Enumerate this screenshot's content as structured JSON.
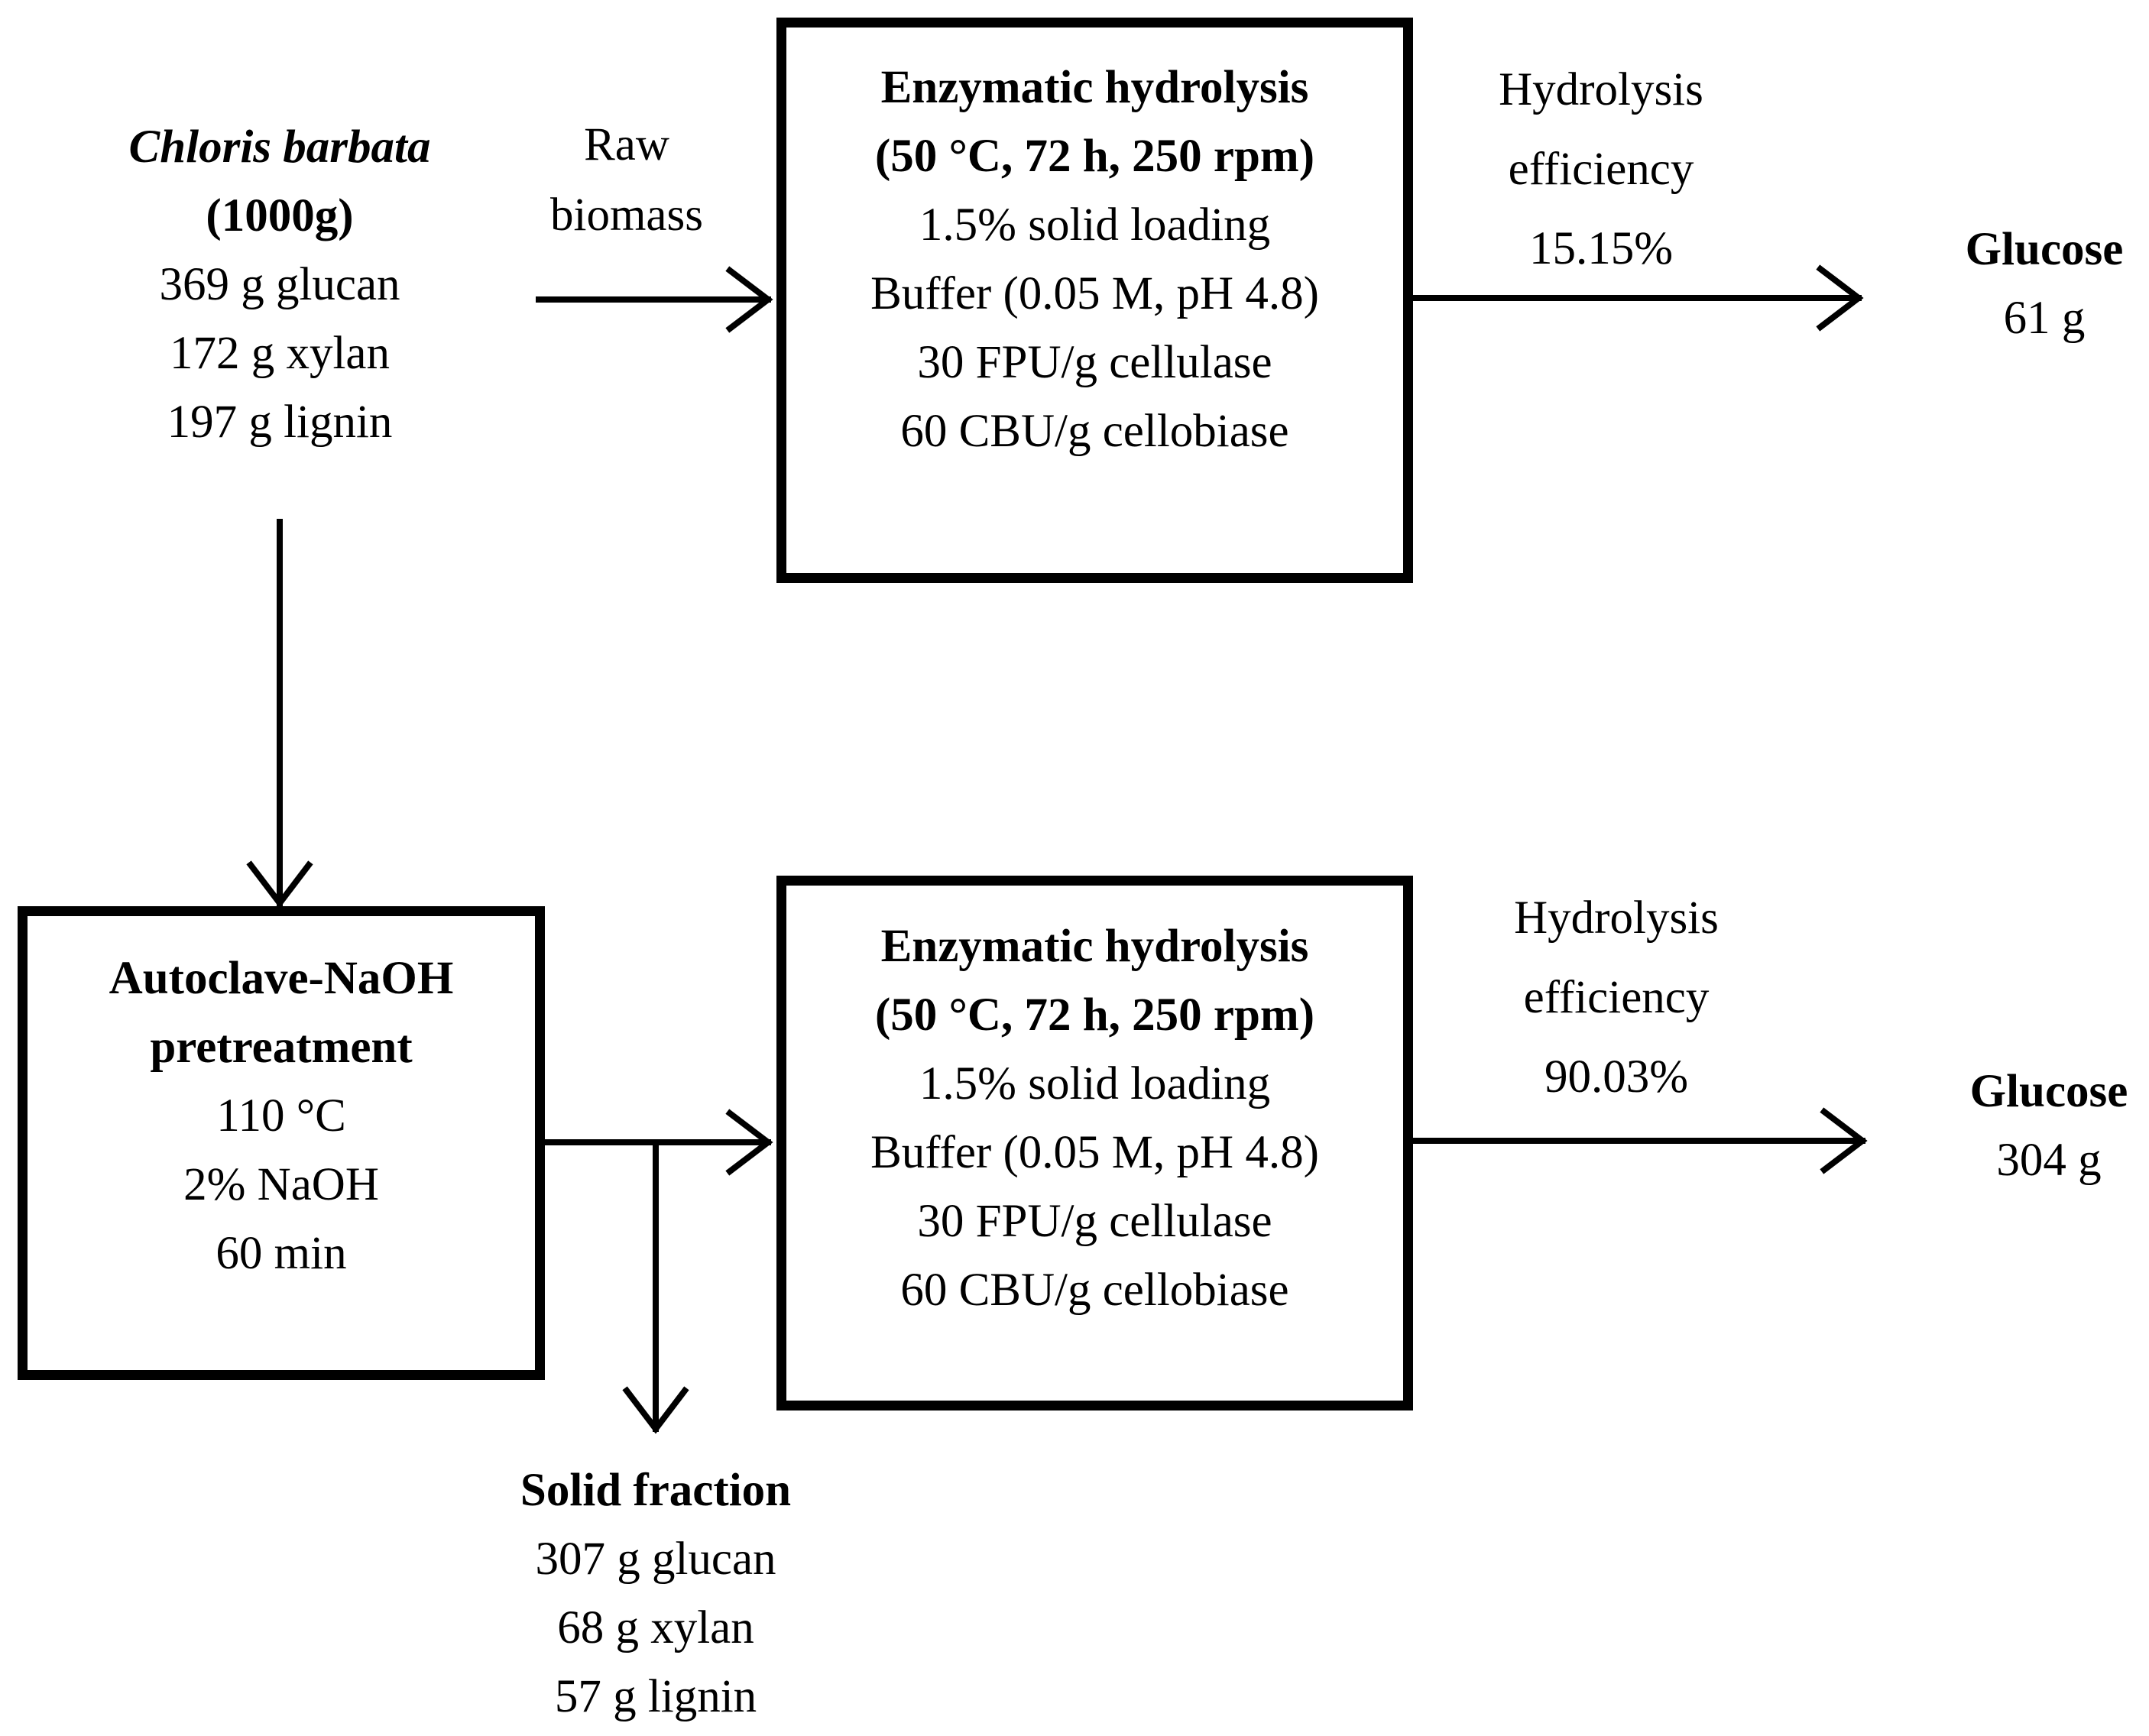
{
  "biomass": {
    "name": "Chloris barbata",
    "mass": "(1000g)",
    "lines": [
      "369 g glucan",
      "172 g xylan",
      "197 g lignin"
    ]
  },
  "raw_label": [
    "Raw",
    "biomass"
  ],
  "hydrolysis": {
    "title": "Enzymatic hydrolysis",
    "conditions": "(50 °C, 72 h, 250 rpm)",
    "lines": [
      "1.5% solid loading",
      "Buffer (0.05 M, pH 4.8)",
      "30 FPU/g cellulase",
      "60 CBU/g cellobiase"
    ]
  },
  "efficiency_label": [
    "Hydrolysis",
    "efficiency"
  ],
  "efficiency_top": "15.15%",
  "efficiency_bottom": "90.03%",
  "glucose_label": "Glucose",
  "glucose_top": "61 g",
  "glucose_bottom": "304 g",
  "pretreatment": {
    "title": [
      "Autoclave-NaOH",
      "pretreatment"
    ],
    "lines": [
      "110 °C",
      "2% NaOH",
      "60 min"
    ]
  },
  "solid_fraction": {
    "title": "Solid fraction",
    "lines": [
      "307 g glucan",
      "68 g xylan",
      "57 g lignin"
    ]
  }
}
